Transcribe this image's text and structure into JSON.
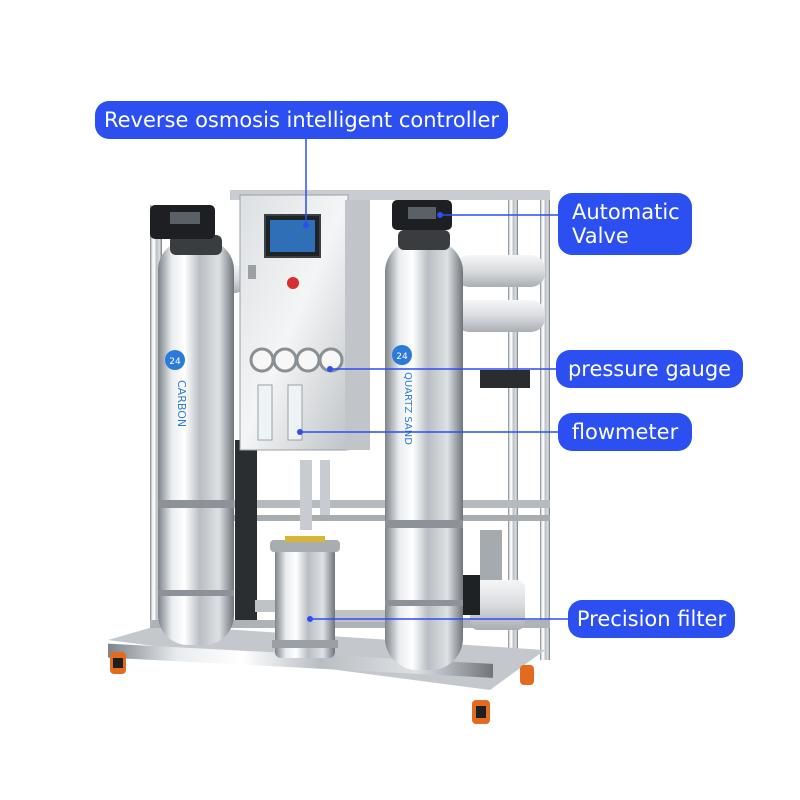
{
  "accent_color": "#2b4ff0",
  "callouts": {
    "controller": "Reverse osmosis intelligent controller",
    "valve_line1": "Automatic",
    "valve_line2": "Valve",
    "pressure_gauge": "pressure gauge",
    "flowmeter": "flowmeter",
    "precision_filter": "Precision filter"
  },
  "vessel_labels": {
    "left": "CARBON",
    "right": "QUARTZ SAND",
    "badge": "24"
  }
}
